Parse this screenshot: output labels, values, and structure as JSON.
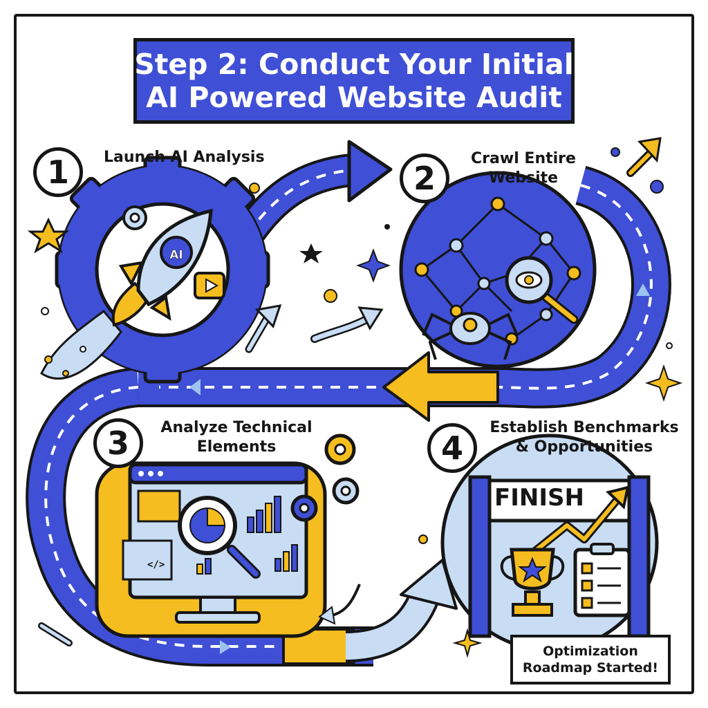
{
  "title": {
    "line1": "Step 2: Conduct Your Initial",
    "line2": "AI Powered Website Audit"
  },
  "steps": [
    {
      "number": "1",
      "label_lines": [
        "Launch AI Analysis"
      ],
      "icon": "rocket-gear-icon"
    },
    {
      "number": "2",
      "label_lines": [
        "Crawl Entire",
        "Website"
      ],
      "icon": "spider-web-icon"
    },
    {
      "number": "3",
      "label_lines": [
        "Analyze Technical",
        "Elements"
      ],
      "icon": "monitor-analytics-icon"
    },
    {
      "number": "4",
      "label_lines": [
        "Establish Benchmarks",
        "& Opportunities"
      ],
      "icon": "trophy-checklist-icon"
    }
  ],
  "rocket_badge": "AI",
  "finish_banner": "FINISH",
  "code_tag": "</>",
  "result_ribbon": [
    "Optimization",
    "Roadmap Started!"
  ],
  "colors": {
    "blue": "#3f4fd6",
    "yellow": "#f5bd1f",
    "light_blue": "#c8ddf4",
    "ink": "#161616"
  }
}
